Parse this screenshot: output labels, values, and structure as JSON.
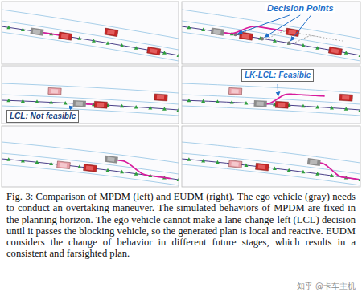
{
  "diagram": {
    "caption": "Fig. 3: Comparison of MPDM (left) and EUDM (right). The ego vehicle (gray) needs to conduct an overtaking maneuver. The simulated behaviors of MPDM are fixed in the planning horizon. The ego vehicle cannot make a lane-change-left (LCL) decision until it passes the blocking vehicle, so the generated plan is local and reactive. EUDM considers the change of behavior in different future stages, which results in a consistent and farsighted plan.",
    "labels": [
      "Decision Points",
      "LK-LCL: Feasible",
      "LCL: Not feasible",
      "知乎 @卡车主机"
    ]
  }
}
